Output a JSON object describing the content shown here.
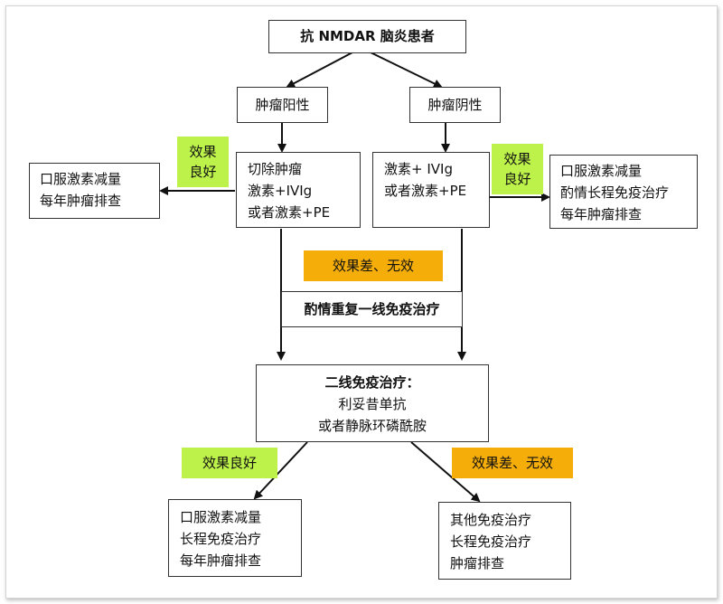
{
  "top_box": {
    "label": "抗 NMDAR 脑炎患者"
  },
  "tumor_positive": {
    "label": "肿瘤阳性"
  },
  "tumor_negative": {
    "label": "肿瘤阴性"
  },
  "left_treatment": {
    "lines": [
      "切除肿瘤",
      "激素+IVIg",
      "或者激素+PE"
    ]
  },
  "right_treatment": {
    "lines": [
      "激素+ IVIg",
      "或者激素+PE"
    ]
  },
  "left_good": {
    "lines": [
      "效果",
      "良好"
    ]
  },
  "right_good": {
    "lines": [
      "效果",
      "良好"
    ]
  },
  "left_outcome": {
    "lines": [
      "口服激素减量",
      "每年肿瘤排查"
    ]
  },
  "right_outcome": {
    "lines": [
      "口服激素减量",
      "酌情长程免疫治疗",
      "每年肿瘤排查"
    ]
  },
  "poor_tag": {
    "label": "效果差、无效"
  },
  "repeat_box": {
    "label": "酌情重复一线免疫治疗"
  },
  "second_line": {
    "title": "二线免疫治疗：",
    "lines": [
      "利妥昔单抗",
      "或者静脉环磷酰胺"
    ]
  },
  "bottom_good_tag": {
    "label": "效果良好"
  },
  "bottom_poor_tag": {
    "label": "效果差、无效"
  },
  "bottom_left": {
    "lines": [
      "口服激素减量",
      "长程免疫治疗",
      "每年肿瘤排查"
    ]
  },
  "bottom_right": {
    "lines": [
      "其他免疫治疗",
      "长程免疫治疗",
      "肿瘤排查"
    ]
  },
  "colors": {
    "good": "#bdf24a",
    "poor": "#f5ad0a"
  }
}
